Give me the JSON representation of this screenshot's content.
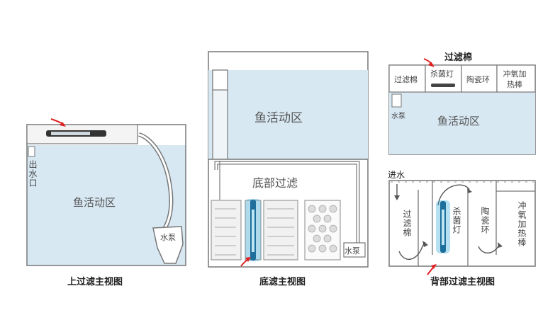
{
  "diagram_1": {
    "caption": "上过滤主视图",
    "fish_zone": "鱼活动区",
    "outlet": "出水口",
    "pump": "水泵"
  },
  "diagram_2": {
    "caption": "底滤主视图",
    "fish_zone": "鱼活动区",
    "sump_label": "底部过滤",
    "pump": "水泵"
  },
  "diagram_3": {
    "caption": "背部过滤主视图",
    "top_label": "过滤棉",
    "fish_zone": "鱼活动区",
    "pump": "水泵",
    "inlet": "进水",
    "top_cells": [
      "过滤棉",
      "杀菌灯",
      "陶瓷环",
      "冲氧加热棒"
    ],
    "chambers": [
      "过滤棉",
      "杀菌灯",
      "陶瓷环",
      "冲氧加热棒"
    ]
  },
  "colors": {
    "water": "#d7e8f3",
    "line": "#6b6b6b",
    "arrow": "#e02020",
    "uv_lamp": "#2aa7d8"
  }
}
